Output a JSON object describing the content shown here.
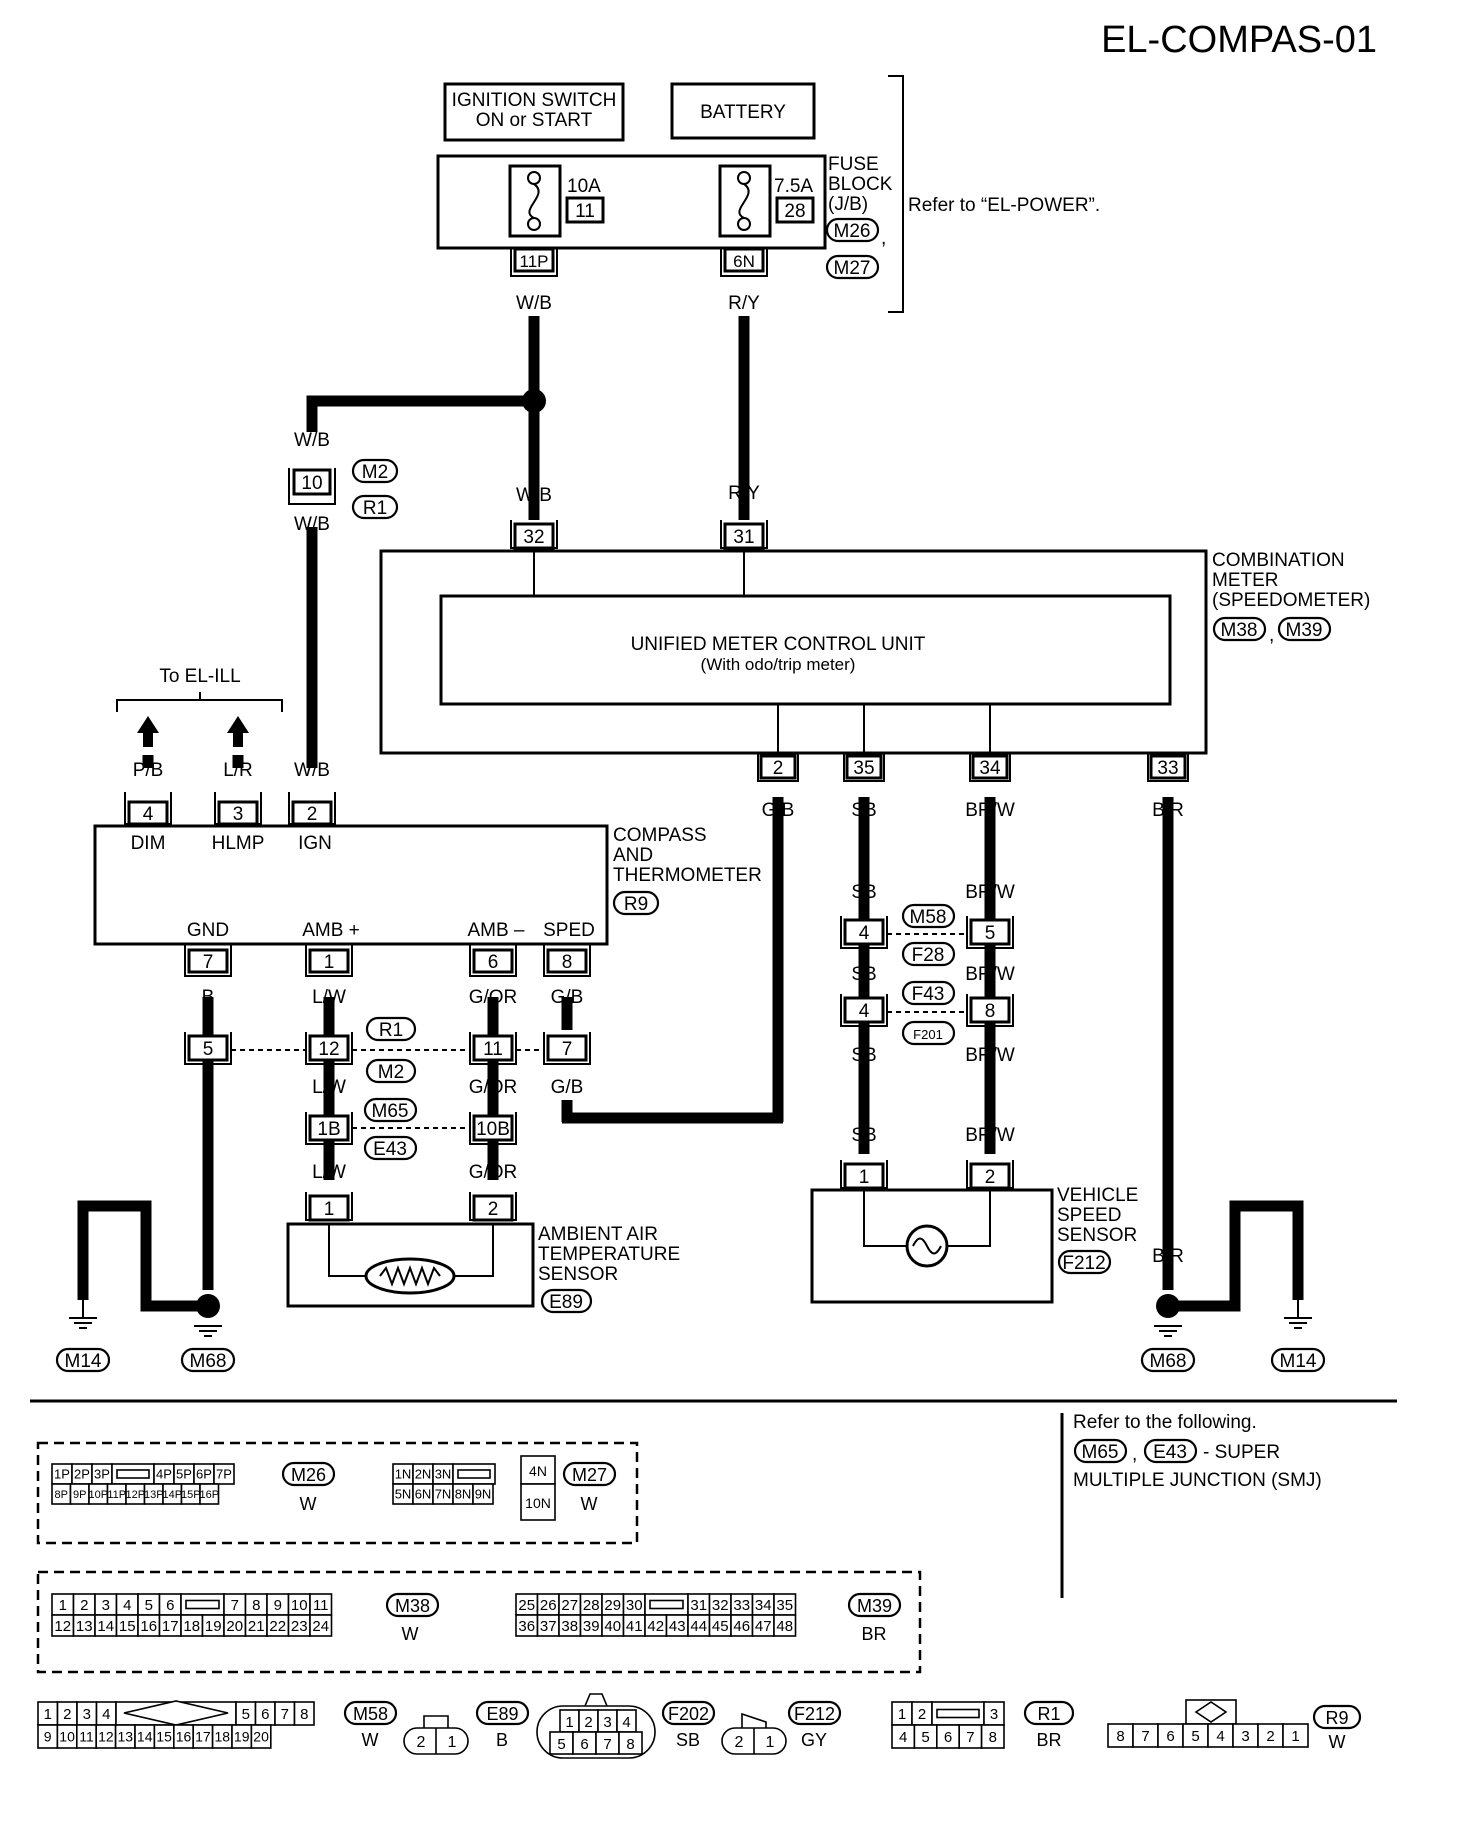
{
  "page_id": "EL-COMPAS-01",
  "sources": {
    "ignition": {
      "line1": "IGNITION SWITCH",
      "line2": "ON or START"
    },
    "battery": "BATTERY"
  },
  "fuse_block": {
    "fuse_a": {
      "rating": "10A",
      "number": "11",
      "terminal": "11P"
    },
    "fuse_b": {
      "rating": "7.5A",
      "number": "28",
      "terminal": "6N"
    },
    "title_lines": [
      "FUSE",
      "BLOCK",
      "(J/B)"
    ],
    "connectors": [
      "M26",
      "M27"
    ],
    "comma": ",",
    "refer": "Refer to “EL-POWER”."
  },
  "wires": {
    "wb": "W/B",
    "ry": "R/Y",
    "pb": "P/B",
    "lr": "L/R",
    "gb": "G/B",
    "sb": "SB",
    "brw": "BR/W",
    "br": "B/R",
    "b": "B",
    "lw": "L/W",
    "gor": "G/OR"
  },
  "joint_m2": {
    "pin": "10",
    "conn_a": "M2",
    "conn_b": "R1"
  },
  "to_ill": "To EL-ILL",
  "combination_meter": {
    "title_lines": [
      "COMBINATION",
      "METER",
      "(SPEEDOMETER)"
    ],
    "connectors": [
      "M38",
      "M39"
    ],
    "comma": ",",
    "unit_line1": "UNIFIED METER CONTROL UNIT",
    "unit_line2": "(With odo/trip meter)",
    "pin_top_a": "32",
    "pin_top_b": "31",
    "pin_b1": "2",
    "pin_b2": "35",
    "pin_b3": "34",
    "pin_b4": "33"
  },
  "compass": {
    "title_lines": [
      "COMPASS",
      "AND",
      "THERMOMETER"
    ],
    "connector": "R9",
    "pin_dim": "4",
    "pin_hlmp": "3",
    "pin_ign": "2",
    "dim": "DIM",
    "hlmp": "HLMP",
    "ign": "IGN",
    "pin_gnd": "7",
    "pin_ambp": "1",
    "pin_ambm": "6",
    "pin_sped": "8",
    "gnd": "GND",
    "ambp": "AMB +",
    "ambm": "AMB –",
    "sped": "SPED"
  },
  "joint_r1": {
    "pin_b": "5",
    "pin_lw": "12",
    "pin_gor": "11",
    "pin_gb": "7",
    "conn_a": "R1",
    "conn_b": "M2"
  },
  "joint_m65": {
    "pin_lw": "1B",
    "pin_gor": "10B",
    "conn_a": "M65",
    "conn_b": "E43"
  },
  "joint_m58": {
    "pin_sb": "4",
    "pin_brw": "5",
    "conn_a": "M58",
    "conn_b": "F28"
  },
  "joint_f43": {
    "pin_sb": "4",
    "pin_brw": "8",
    "conn_a": "F43",
    "conn_b": "F201"
  },
  "ambient_sensor": {
    "pin1": "1",
    "pin2": "2",
    "title_lines": [
      "AMBIENT AIR",
      "TEMPERATURE",
      "SENSOR"
    ],
    "connector": "E89"
  },
  "speed_sensor": {
    "pin1": "1",
    "pin2": "2",
    "title_lines": [
      "VEHICLE",
      "SPEED",
      "SENSOR"
    ],
    "connector": "F212"
  },
  "grounds": {
    "m14": "M14",
    "m68": "M68"
  },
  "smj_note": {
    "line1": "Refer to the following.",
    "conn_a": "M65",
    "comma": ",",
    "conn_b": "E43",
    "suffix": "- SUPER",
    "line3": "MULTIPLE JUNCTION (SMJ)"
  },
  "connector_views": {
    "m26": {
      "name": "M26",
      "color": "W",
      "row1": [
        "1P",
        "2P",
        "3P",
        "",
        "4P",
        "5P",
        "6P",
        "7P"
      ],
      "row2": [
        "8P",
        "9P",
        "10P",
        "11P",
        "12P",
        "13P",
        "14P",
        "15P",
        "16P"
      ]
    },
    "m27": {
      "name": "M27",
      "color": "W",
      "row1": [
        "1N",
        "2N",
        "3N",
        "",
        "4N"
      ],
      "row2": [
        "5N",
        "6N",
        "7N",
        "8N",
        "9N",
        "10N"
      ]
    },
    "m38": {
      "name": "M38",
      "color": "W",
      "row1": [
        "1",
        "2",
        "3",
        "4",
        "5",
        "6",
        "",
        "7",
        "8",
        "9",
        "10",
        "11"
      ],
      "row2": [
        "12",
        "13",
        "14",
        "15",
        "16",
        "17",
        "18",
        "19",
        "20",
        "21",
        "22",
        "23",
        "24"
      ]
    },
    "m39": {
      "name": "M39",
      "color": "BR",
      "row1": [
        "25",
        "26",
        "27",
        "28",
        "29",
        "30",
        "",
        "31",
        "32",
        "33",
        "34",
        "35"
      ],
      "row2": [
        "36",
        "37",
        "38",
        "39",
        "40",
        "41",
        "42",
        "43",
        "44",
        "45",
        "46",
        "47",
        "48"
      ]
    },
    "m58": {
      "name": "M58",
      "color": "W",
      "row1": [
        "1",
        "2",
        "3",
        "4",
        "",
        "5",
        "6",
        "7",
        "8"
      ],
      "row2": [
        "9",
        "10",
        "11",
        "12",
        "13",
        "14",
        "15",
        "16",
        "17",
        "18",
        "19",
        "20"
      ]
    },
    "e89": {
      "name": "E89",
      "color": "B",
      "pins": [
        "2",
        "1"
      ]
    },
    "f202": {
      "name": "F202",
      "color": "SB",
      "row1": [
        "1",
        "2",
        "3",
        "4"
      ],
      "row2": [
        "5",
        "6",
        "7",
        "8"
      ]
    },
    "f212": {
      "name": "F212",
      "color": "GY",
      "pins": [
        "2",
        "1"
      ]
    },
    "r1": {
      "name": "R1",
      "color": "BR",
      "row1": [
        "1",
        "2",
        "",
        "3"
      ],
      "row2": [
        "4",
        "5",
        "6",
        "7",
        "8"
      ]
    },
    "r9": {
      "name": "R9",
      "color": "W",
      "row1": [
        "8",
        "7",
        "6",
        "5",
        "4",
        "3",
        "2",
        "1"
      ]
    }
  }
}
